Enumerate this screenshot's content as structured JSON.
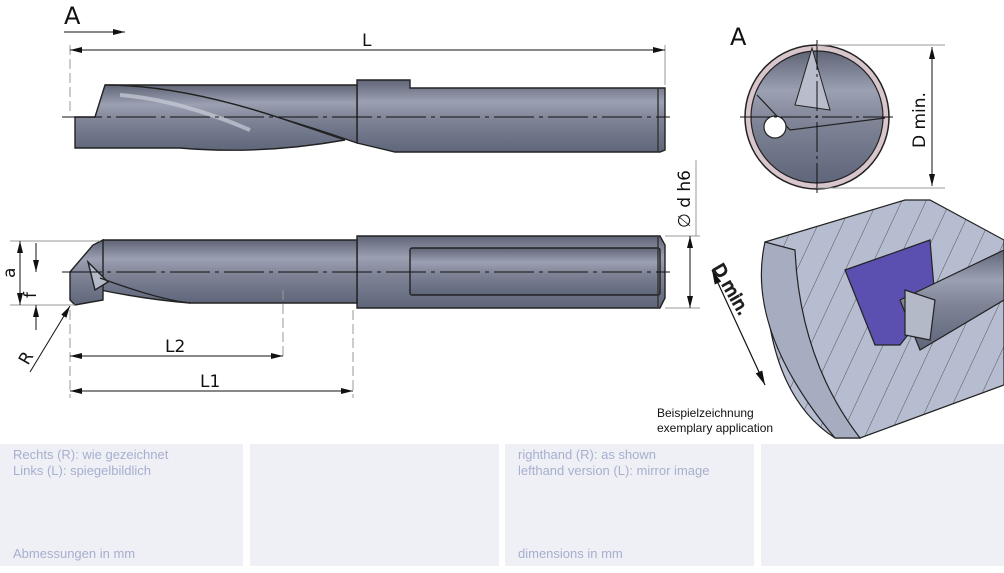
{
  "drawing": {
    "view_label_top": "A",
    "view_label_section": "A",
    "dim_L": "L",
    "dim_L1": "L1",
    "dim_L2": "L2",
    "dim_a": "a",
    "dim_f": "f",
    "dim_R": "R",
    "dim_d": "∅ d h6",
    "dim_D_section": "D min.",
    "dim_D_application": "D min."
  },
  "caption": {
    "line1": "Beispielzeichnung",
    "line2": "exemplary application"
  },
  "panels": [
    {
      "line1": "Rechts (R): wie gezeichnet",
      "line2": "Links (L): spiegelbildlich",
      "footer": "Abmessungen in mm"
    },
    {},
    {
      "line1": "righthand (R): as shown",
      "line2": "lefthand version (L): mirror image",
      "footer": "dimensions in mm"
    },
    {}
  ],
  "colors": {
    "steel": "#7d8396",
    "cut_purple": "#5b4fb0",
    "panel_bg": "#eef0f5",
    "panel_text": "#a8aecf"
  }
}
